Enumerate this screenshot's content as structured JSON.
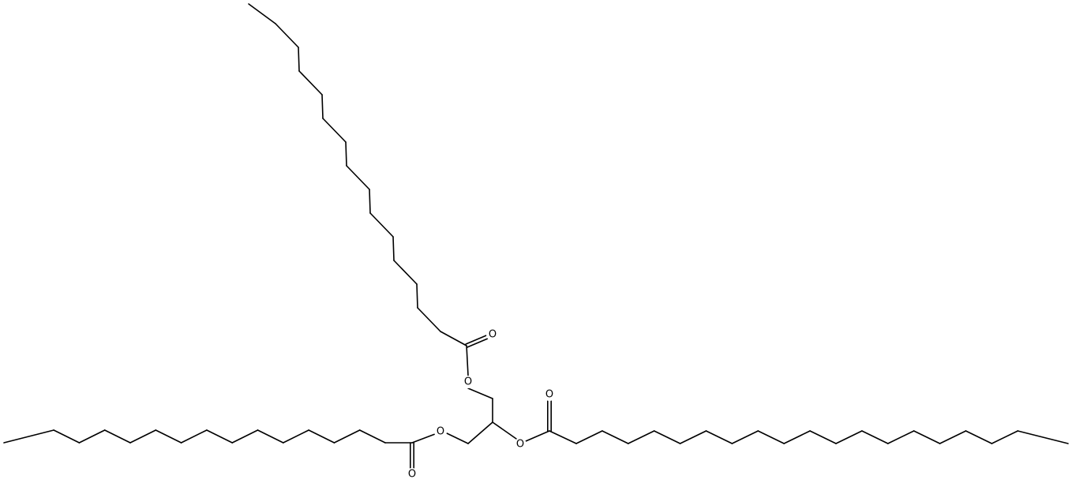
{
  "molecule": {
    "bond_color": "#000000",
    "background": "#ffffff",
    "atoms": {
      "o_top_carbonyl": "O",
      "o_top_ester": "O",
      "o_left_ester": "O",
      "o_left_carbonyl": "O",
      "o_right_ester": "O",
      "o_right_carbonyl": "O"
    },
    "chains": {
      "top_acyl_carbons": 16,
      "left_acyl_carbons": 16,
      "right_acyl_carbons": 20
    }
  }
}
